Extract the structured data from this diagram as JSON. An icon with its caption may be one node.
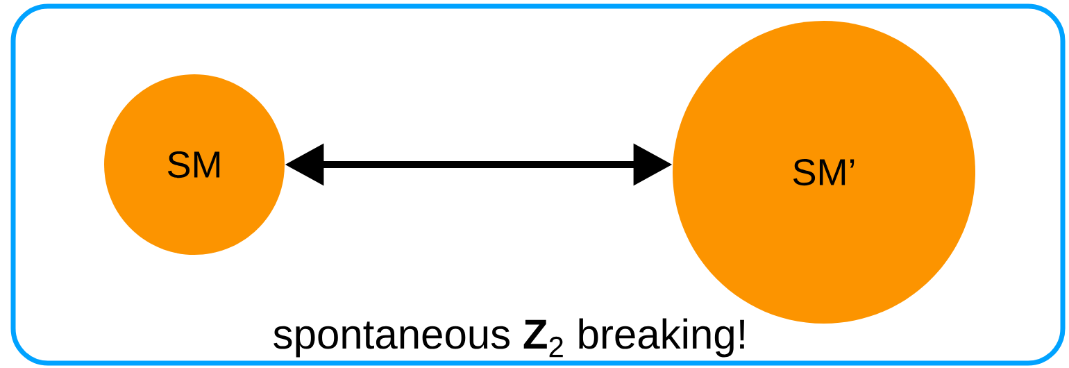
{
  "diagram": {
    "nodes": [
      {
        "text": [
          "spontaneous **Z**$_{2}$ breaking!"
        ]
      },
      {
        "text": [
          "SM"
        ],
        "in": 0
      },
      {
        "text": [
          "SM’"
        ],
        "in": 0
      }
    ],
    "edges": [
      {
        "from": 1,
        "to": 2,
        "arrow": "both"
      }
    ]
  }
}
